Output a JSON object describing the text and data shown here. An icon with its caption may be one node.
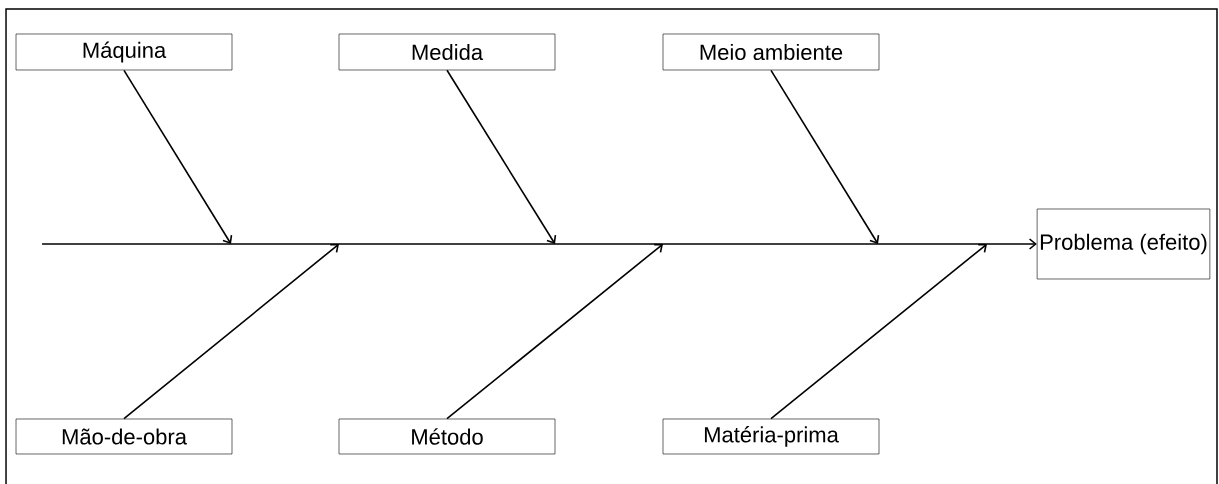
{
  "diagram": {
    "nodes": [
      {
        "text": [
          "Máquina"
        ]
      },
      {
        "text": [
          "Medida"
        ]
      },
      {
        "text": [
          "Meio ambiente"
        ]
      },
      {
        "text": [
          "Problema (efeito)"
        ]
      },
      {
        "text": [
          "Mão-de-obra"
        ]
      },
      {
        "text": [
          "Método"
        ]
      },
      {
        "text": [
          "Matéria-prima"
        ]
      }
    ],
    "edges": [
      {
        "from": null,
        "to": 3,
        "arrow": "to"
      },
      {
        "from": 0,
        "to": null,
        "arrow": "to"
      },
      {
        "from": 1,
        "to": null,
        "arrow": "to"
      },
      {
        "from": 2,
        "to": null,
        "arrow": "to"
      },
      {
        "from": 4,
        "to": null,
        "arrow": "to"
      },
      {
        "from": 5,
        "to": null,
        "arrow": "to"
      },
      {
        "from": 6,
        "to": null,
        "arrow": "to"
      }
    ]
  }
}
